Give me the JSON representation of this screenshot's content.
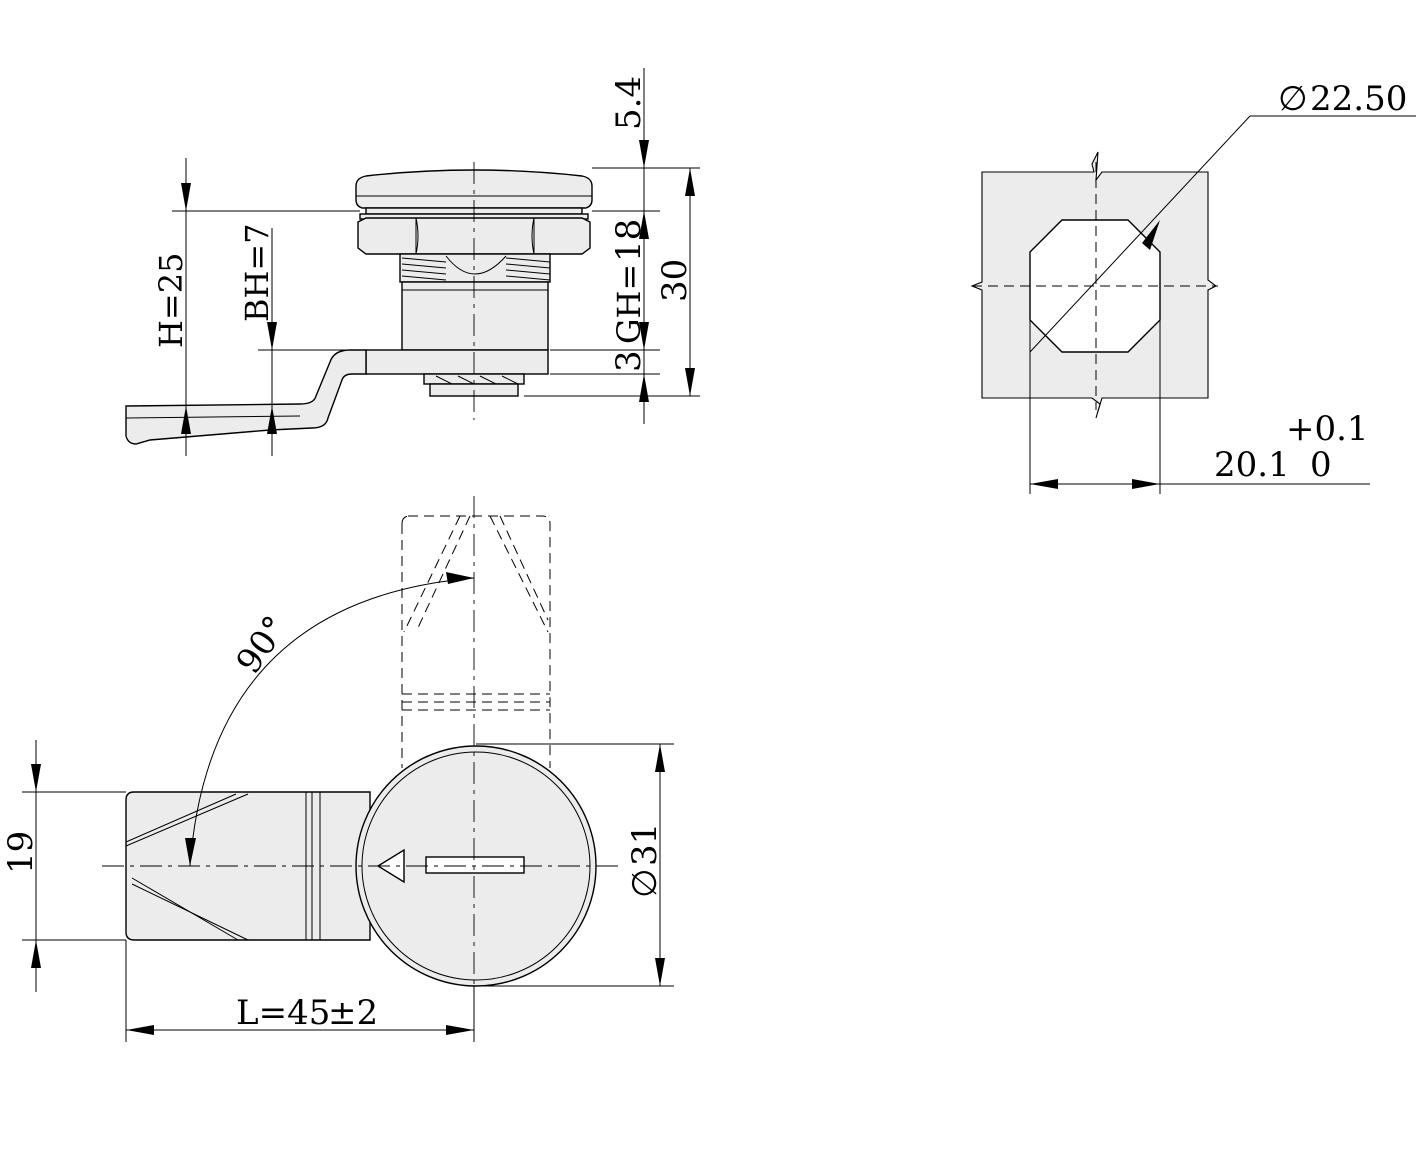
{
  "dimensions": {
    "top_gap": "5.4",
    "total_height": "30",
    "thread_length": "18",
    "gh_label": "GH=",
    "gh_value": "3",
    "h_label": "H=25",
    "bh_label": "BH=7",
    "cutout_diameter": "22.50",
    "cutout_width": "20.1",
    "tol_upper": "+0.1",
    "tol_lower": "0",
    "height_19": "19",
    "head_diameter": "31",
    "rotation": "90°",
    "length": "L=45",
    "length_tol": "±2"
  },
  "symbols": {
    "diameter": "∅"
  }
}
